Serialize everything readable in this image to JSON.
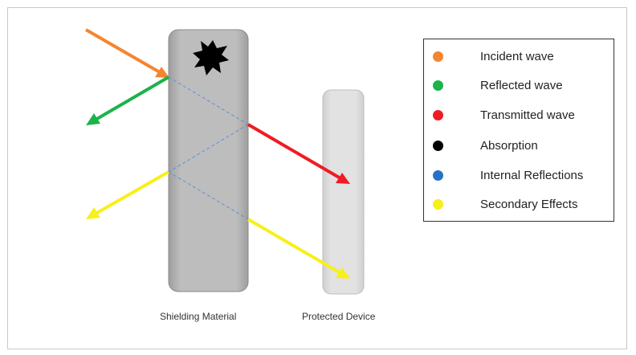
{
  "labels": {
    "shielding_material": "Shielding Material",
    "protected_device": "Protected Device"
  },
  "legend": [
    {
      "label": "Incident wave",
      "color": "#f5852f",
      "icon": "orange-dot-icon"
    },
    {
      "label": "Reflected wave",
      "color": "#1bb34a",
      "icon": "green-dot-icon"
    },
    {
      "label": "Transmitted wave",
      "color": "#ef1c24",
      "icon": "red-dot-icon"
    },
    {
      "label": "Absorption",
      "color": "#000000",
      "icon": "black-dot-icon"
    },
    {
      "label": "Internal Reflections",
      "color": "#2673c5",
      "icon": "blue-dot-icon"
    },
    {
      "label": "Secondary Effects",
      "color": "#f6f01c",
      "icon": "yellow-dot-icon"
    }
  ],
  "colors": {
    "incident": "#f5852f",
    "reflected": "#1bb34a",
    "transmitted": "#ef1c24",
    "absorption": "#000000",
    "internal": "#5b8fd6",
    "secondary": "#f6f01c",
    "shield_fill": "#b9b9b9",
    "device_fill": "#dcdcdc"
  }
}
